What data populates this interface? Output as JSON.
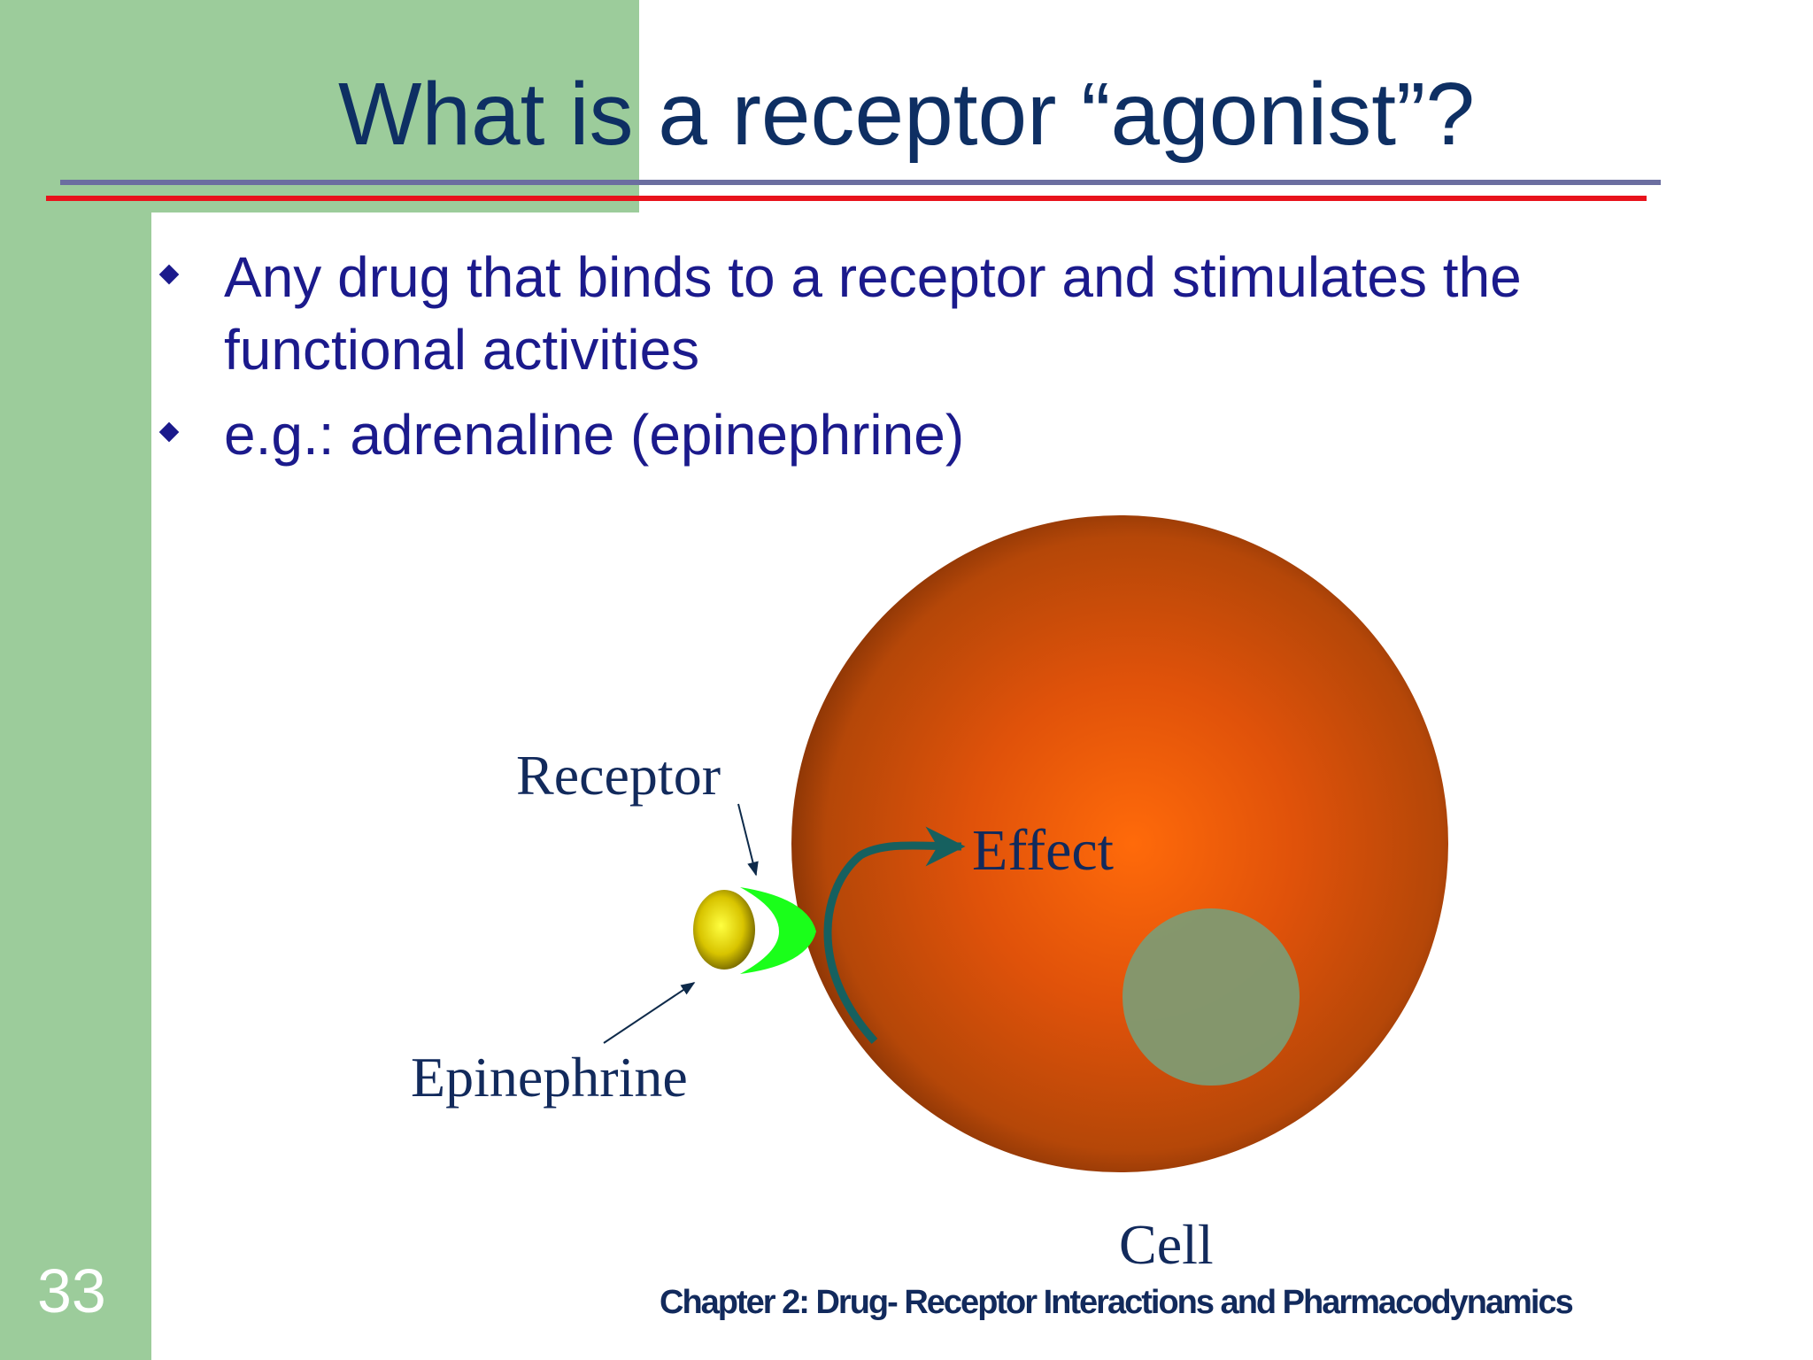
{
  "slide": {
    "title": "What is a receptor “agonist”?",
    "bullets": [
      {
        "text": "Any drug that binds to a receptor and stimulates the functional activities"
      },
      {
        "text": "e.g.: adrenaline (epinephrine)"
      }
    ],
    "slide_number": "33",
    "footer": "Chapter 2: Drug- Receptor Interactions and Pharmacodynamics"
  },
  "diagram": {
    "labels": {
      "receptor": "Receptor",
      "effect": "Effect",
      "epinephrine": "Epinephrine",
      "cell": "Cell"
    },
    "colors": {
      "cell_center": "#ff6a0a",
      "cell_edge": "#7a2e05",
      "nucleus": "#7f9a72",
      "receptor": "#1aff1a",
      "ligand": "#d8c400",
      "arrow": "#16605f"
    }
  }
}
